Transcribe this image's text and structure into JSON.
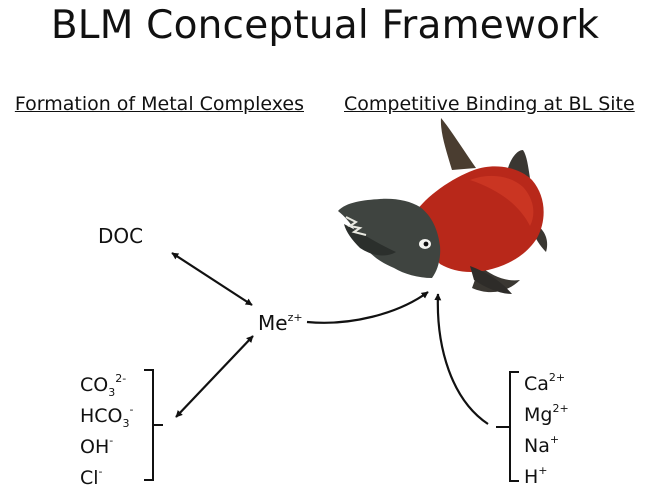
{
  "title": "BLM Conceptual Framework",
  "headings": {
    "left": "Formation of Metal Complexes",
    "right": "Competitive Binding at BL Site"
  },
  "nodes": {
    "doc": "DOC",
    "metal": {
      "base": "Me",
      "charge": "z+"
    }
  },
  "ligands": [
    {
      "base": "CO",
      "sub": "3",
      "sup": "2-"
    },
    {
      "base": "HCO",
      "sub": "3",
      "sup": "-"
    },
    {
      "base": "OH",
      "sub": "",
      "sup": "-"
    },
    {
      "base": "Cl",
      "sub": "",
      "sup": "-"
    }
  ],
  "cations": [
    {
      "base": "Ca",
      "sup": "2+"
    },
    {
      "base": "Mg",
      "sup": "2+"
    },
    {
      "base": "Na",
      "sup": "+"
    },
    {
      "base": "H",
      "sup": "+"
    }
  ],
  "fish": {
    "icon": "salmon-icon",
    "body_color": "#b8281a",
    "head_color": "#3f4440"
  }
}
